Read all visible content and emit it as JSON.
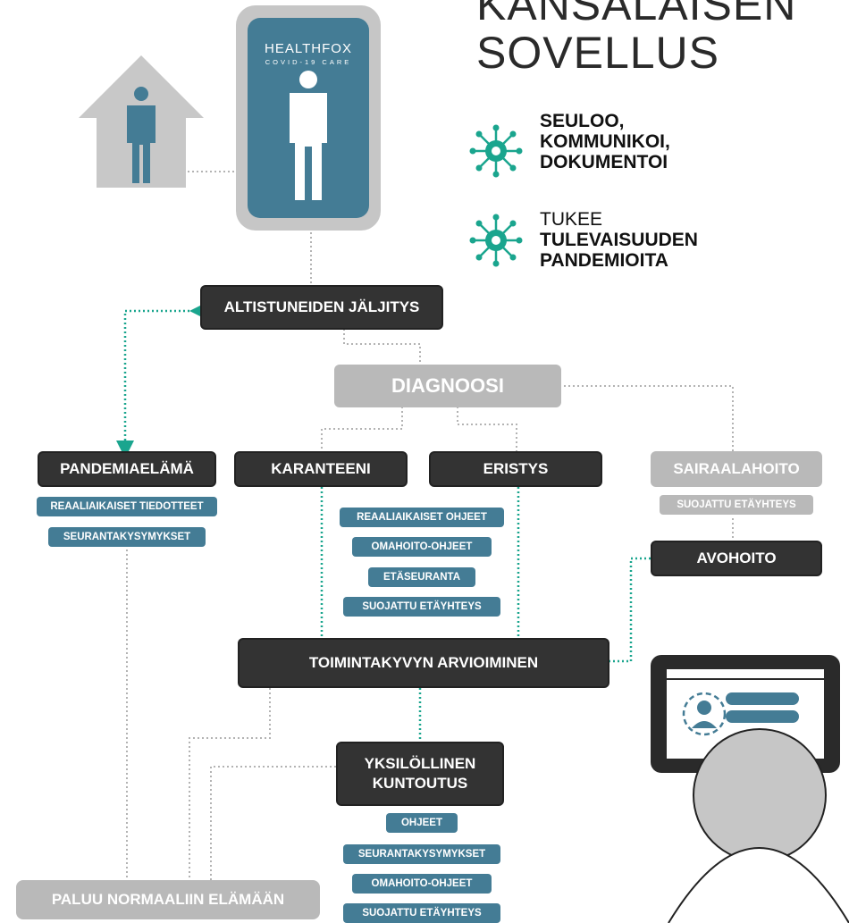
{
  "header": {
    "title_line1": "KANSALAISEN",
    "title_line2": "SOVELLUS"
  },
  "phone": {
    "brand": "HEALTHFOX",
    "sub": "COVID-19 CARE"
  },
  "features": [
    {
      "lines": [
        "SEULOO,",
        "KOMMUNIKOI,",
        "DOKUMENTOI"
      ],
      "icon": "virus-icon"
    },
    {
      "light": "TUKEE",
      "lines": [
        "TULEVAISUUDEN",
        "PANDEMIOITA"
      ],
      "icon": "virus-icon"
    }
  ],
  "nodes": {
    "tracing": "ALTISTUNEIDEN JÄLJITYS",
    "diagnosis": "DIAGNOOSI",
    "pandemic_life": "PANDEMIAELÄMÄ",
    "quarantine": "KARANTEENI",
    "isolation": "ERISTYS",
    "hospital": "SAIRAALAHOITO",
    "outpatient": "AVOHOITO",
    "function_assessment": "TOIMINTAKYVYN ARVIOIMINEN",
    "rehab_line1": "YKSILÖLLINEN",
    "rehab_line2": "KUNTOUTUS",
    "return_normal": "PALUU NORMAALIIN ELÄMÄÄN"
  },
  "pills": {
    "pandemic": [
      "REAALIAIKAISET TIEDOTTEET",
      "SEURANTAKYSYMYKSET"
    ],
    "quarantine": [
      "REAALIAIKAISET OHJEET",
      "OMAHOITO-OHJEET",
      "ETÄSEURANTA",
      "SUOJATTU ETÄYHTEYS"
    ],
    "hospital": [
      "SUOJATTU ETÄYHTEYS"
    ],
    "rehab": [
      "OHJEET",
      "SEURANTAKYSYMYKSET",
      "OMAHOITO-OHJEET",
      "SUOJATTU ETÄYHTEYS"
    ]
  },
  "colors": {
    "dark": "#333333",
    "grey": "#b9b9b9",
    "blue": "#447c95",
    "teal_connector": "#1aa58e",
    "virus": "#1aa58e"
  }
}
